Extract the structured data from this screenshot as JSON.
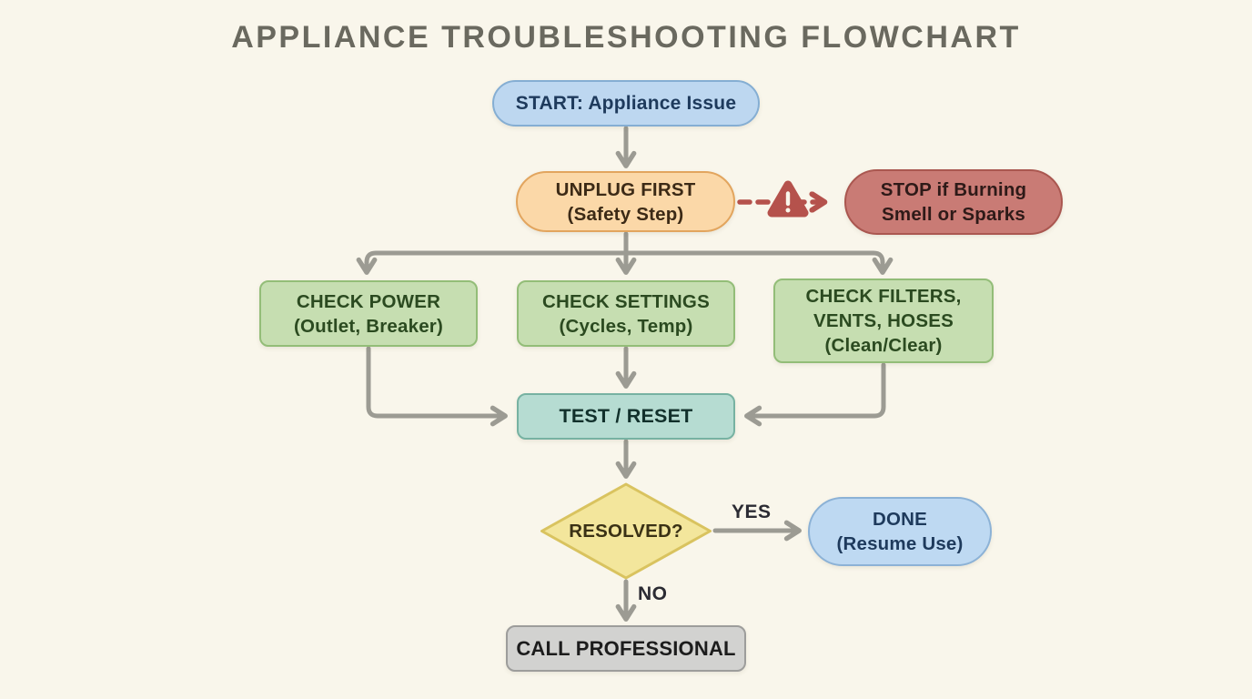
{
  "title": "APPLIANCE TROUBLESHOOTING FLOWCHART",
  "nodes": {
    "start": {
      "shape": "pill",
      "lines": [
        "START: Appliance Issue"
      ]
    },
    "unplug": {
      "shape": "pill",
      "lines": [
        "UNPLUG FIRST",
        "(Safety Step)"
      ]
    },
    "stop": {
      "shape": "pill",
      "lines": [
        "STOP if Burning",
        "Smell or Sparks"
      ]
    },
    "check_power": {
      "shape": "rect",
      "lines": [
        "CHECK POWER",
        "(Outlet, Breaker)"
      ]
    },
    "check_settings": {
      "shape": "rect",
      "lines": [
        "CHECK SETTINGS",
        "(Cycles, Temp)"
      ]
    },
    "check_filters": {
      "shape": "rect",
      "lines": [
        "CHECK FILTERS,",
        "VENTS, HOSES",
        "(Clean/Clear)"
      ]
    },
    "test_reset": {
      "shape": "rect",
      "lines": [
        "TEST / RESET"
      ]
    },
    "resolved": {
      "shape": "diamond",
      "lines": [
        "RESOLVED?"
      ]
    },
    "done": {
      "shape": "pill",
      "lines": [
        "DONE",
        "(Resume Use)"
      ]
    },
    "call_professional": {
      "shape": "rect",
      "lines": [
        "CALL PROFESSIONAL"
      ]
    }
  },
  "edge_labels": {
    "yes": "YES",
    "no": "NO"
  },
  "icons": {
    "warning": "warning-triangle-icon"
  },
  "colors": {
    "background": "#f9f6eb",
    "title_text": "#6a695f",
    "arrow_gray": "#9c9b93",
    "alert_red": "#b5524c",
    "start_fill": "#bdd7f0",
    "start_border": "#85aed3",
    "unplug_fill": "#fbd8a8",
    "unplug_border": "#e2a55e",
    "stop_fill": "#c97b75",
    "stop_border": "#aa5750",
    "check_fill": "#c6deb1",
    "check_border": "#93bd78",
    "test_fill": "#b6dcd2",
    "test_border": "#77b2a2",
    "resolved_fill": "#f3e69c",
    "resolved_border": "#d9c35f",
    "done_fill": "#bed9f2",
    "done_border": "#8cb2d6",
    "call_fill": "#d2d2d0",
    "call_border": "#9d9d9b"
  }
}
